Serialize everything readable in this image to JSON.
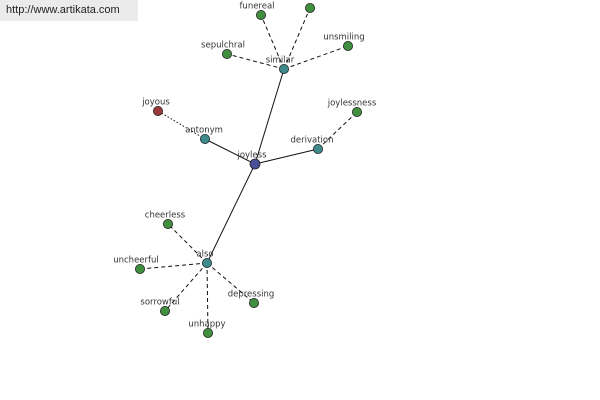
{
  "banner": {
    "url": "http://www.artikata.com"
  },
  "colors": {
    "center": "#4a4f9a",
    "relation": "#3f8a8a",
    "word": "#3f8f3f",
    "antonym_word": "#9a3a3a"
  },
  "graph": {
    "center": {
      "id": "joyless",
      "label": "joyless"
    },
    "relations": [
      {
        "id": "similar",
        "label": "similar",
        "words": [
          "funereal",
          "",
          "unsmiling",
          "sepulchral"
        ]
      },
      {
        "id": "antonym",
        "label": "antonym",
        "words": [
          "joyous"
        ]
      },
      {
        "id": "derivation",
        "label": "derivation",
        "words": [
          "joylessness"
        ]
      },
      {
        "id": "also",
        "label": "also",
        "words": [
          "cheerless",
          "uncheerful",
          "sorrowful",
          "unhappy",
          "depressing"
        ]
      }
    ]
  }
}
